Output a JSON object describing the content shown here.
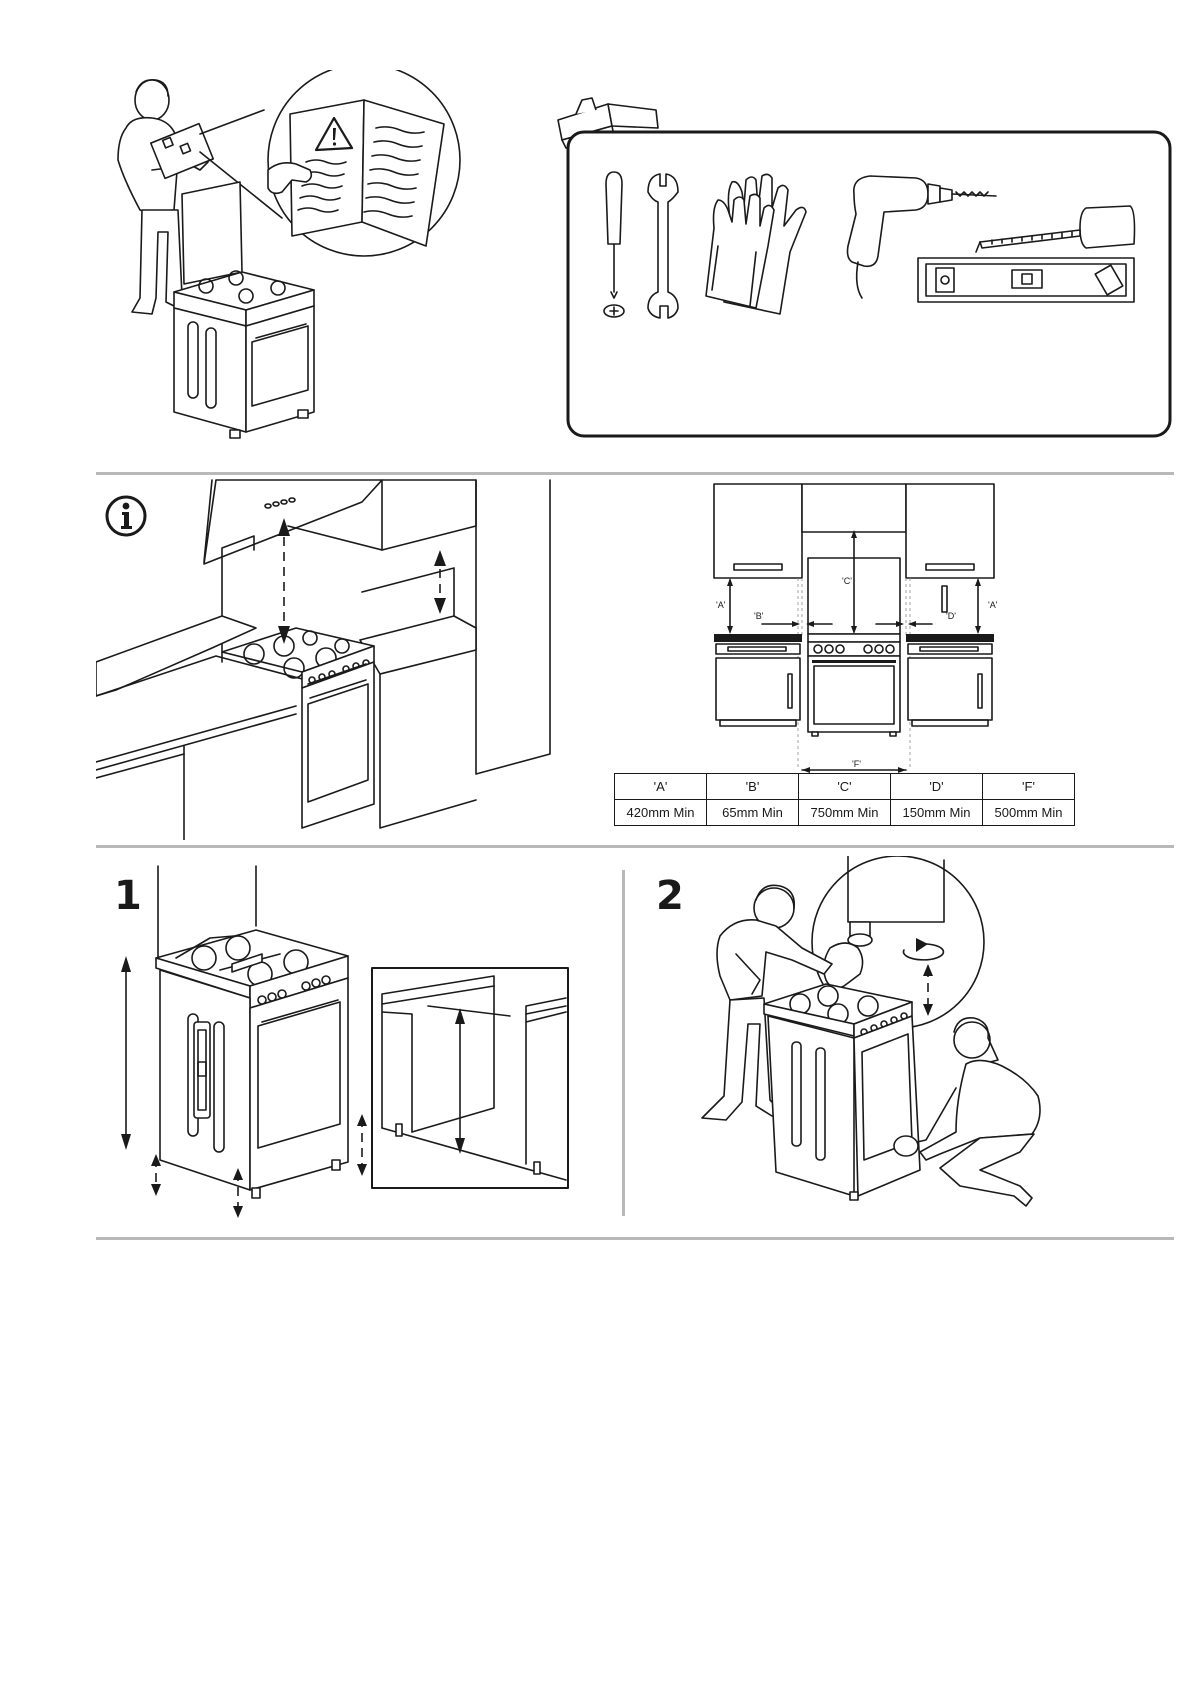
{
  "steps": {
    "step1": "1",
    "step2": "2"
  },
  "dimension_labels": {
    "a_left": "'A'",
    "a_right": "'A'",
    "b": "'B'",
    "c": "'C'",
    "d": "'D'",
    "f": "'F'"
  },
  "dimensions_table": {
    "headers": [
      "'A'",
      "'B'",
      "'C'",
      "'D'",
      "'F'"
    ],
    "values": [
      "420mm Min",
      "65mm Min",
      "750mm Min",
      "150mm Min",
      "500mm Min"
    ]
  },
  "icons": {
    "info": "info-circle-icon",
    "warning": "warning-triangle-icon",
    "toolbox": "toolbox-icon"
  },
  "colors": {
    "line": "#1a1a1a",
    "divider": "#b9b9b9"
  }
}
